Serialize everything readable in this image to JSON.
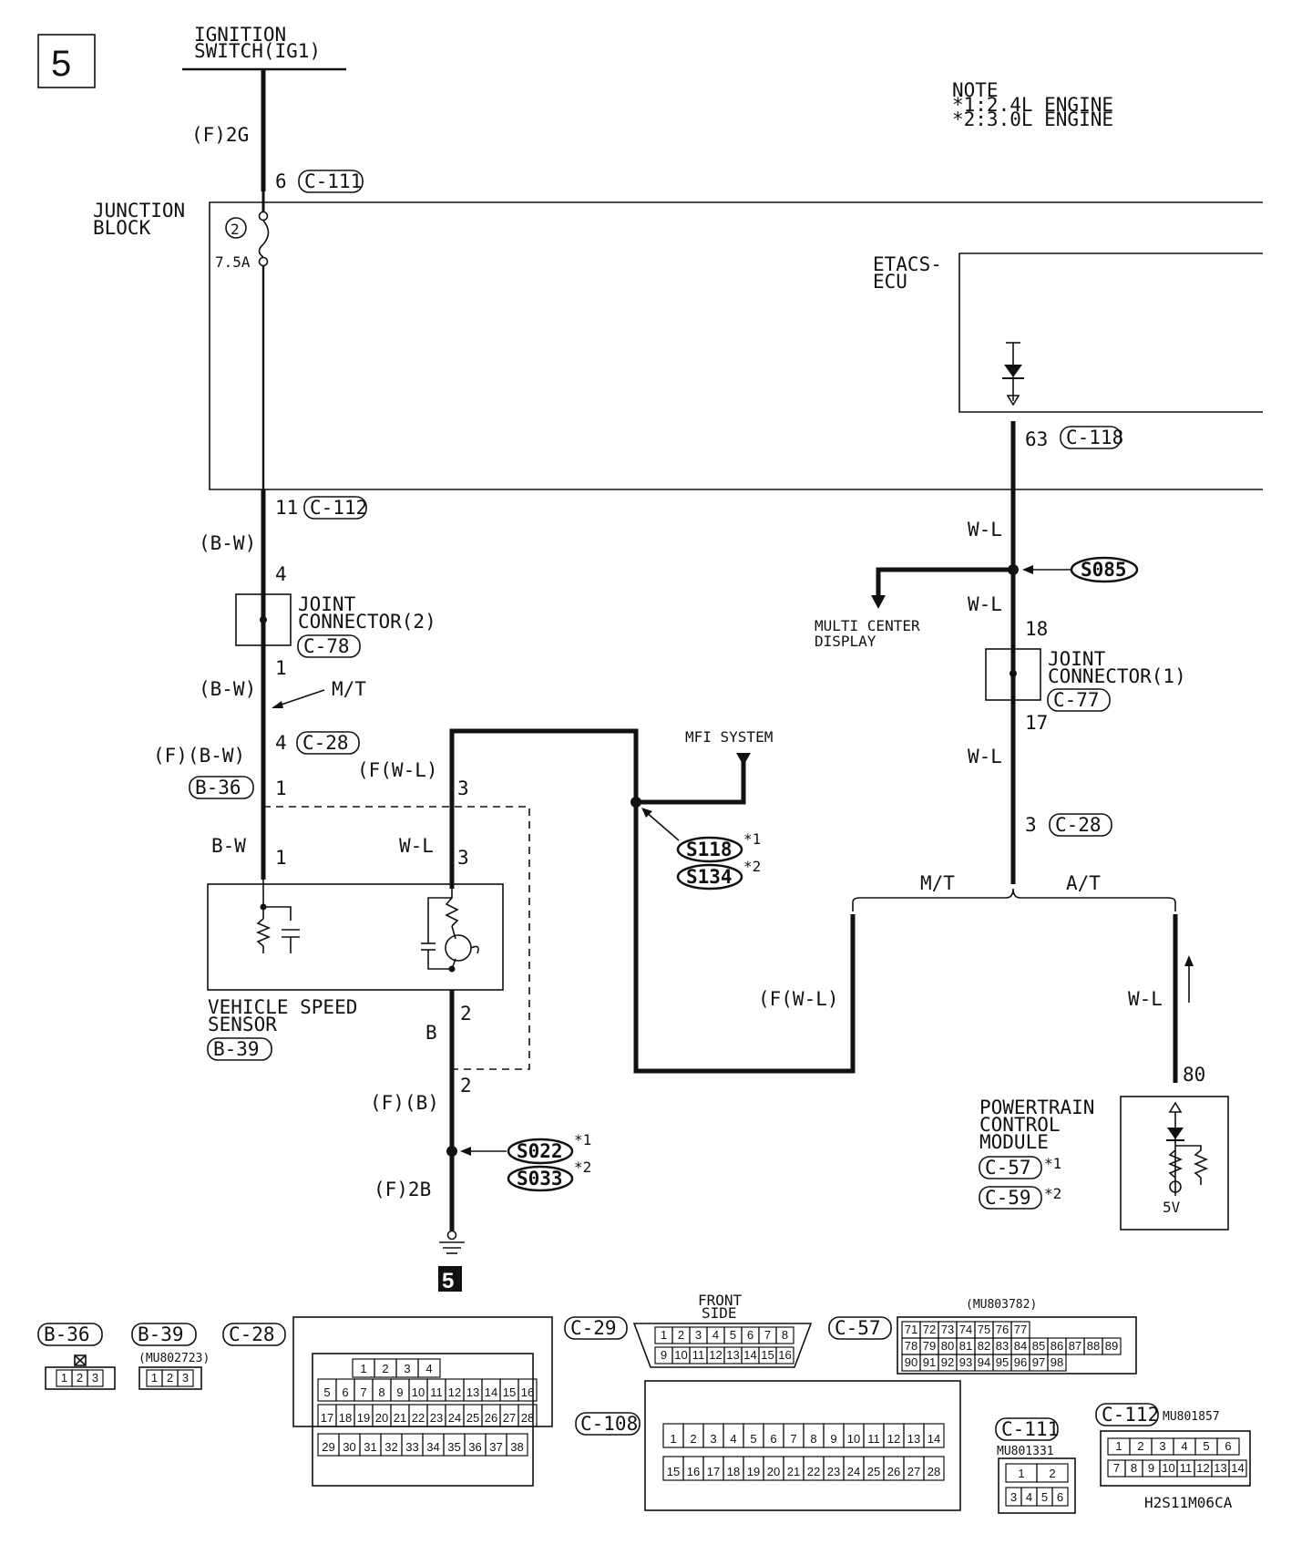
{
  "page_number": "5",
  "notes": {
    "title": "NOTE",
    "line1": "*1:2.4L ENGINE",
    "line2": "*2:3.0L ENGINE"
  },
  "ignition": {
    "line1": "IGNITION",
    "line2": "SWITCH(IG1)",
    "wire": "(F)2G",
    "pin": "6",
    "connector": "C-111"
  },
  "junction_block": {
    "line1": "JUNCTION",
    "line2": "BLOCK",
    "fuse_no": "2",
    "fuse_rating": "7.5A",
    "out_pin": "11",
    "out_connector": "C-112"
  },
  "etacs": {
    "line1": "ETACS-",
    "line2": "ECU",
    "pin": "63",
    "connector": "C-118"
  },
  "left_branch": {
    "wire1": "(B-W)",
    "jc2_pin_in": "4",
    "jc2_line1": "JOINT",
    "jc2_line2": "CONNECTOR(2)",
    "jc2_conn": "C-78",
    "jc2_pin_out": "1",
    "wire2": "(B-W)",
    "mt": "M/T",
    "c28_pin": "4",
    "c28_conn": "C-28",
    "wire3": "(F)(B-W)",
    "b36_conn": "B-36",
    "b36_pin": "1",
    "wire4": "B-W",
    "vss_pin1": "1"
  },
  "mid_branch": {
    "wire1": "(F(W-L)",
    "pin_top": "3",
    "wire2": "W-L",
    "vss_pin3": "3",
    "mfi": "MFI SYSTEM",
    "splice1": "S118",
    "splice2": "S134",
    "star1": "*1",
    "star2": "*2"
  },
  "vss": {
    "line1": "VEHICLE SPEED",
    "line2": "SENSOR",
    "connector": "B-39",
    "pin2": "2",
    "wire_b": "B",
    "pin2b": "2",
    "wire_fb": "(F)(B)",
    "splice1": "S022",
    "splice2": "S033",
    "star1": "*1",
    "star2": "*2",
    "wire_ground": "(F)2B",
    "ground_no": "5"
  },
  "right_branch": {
    "wire1": "W-L",
    "splice": "S085",
    "mcd1": "MULTI CENTER",
    "mcd2": "DISPLAY",
    "wire2": "W-L",
    "jc1_pin_in": "18",
    "jc1_line1": "JOINT",
    "jc1_line2": "CONNECTOR(1)",
    "jc1_conn": "C-77",
    "jc1_pin_out": "17",
    "wire3": "W-L",
    "c28_pin": "3",
    "c28_conn": "C-28",
    "mt": "M/T",
    "at": "A/T",
    "wire_mt": "(F(W-L)",
    "wire_at": "W-L"
  },
  "pcm": {
    "line1": "POWERTRAIN",
    "line2": "CONTROL",
    "line3": "MODULE",
    "conn1": "C-57",
    "conn2": "C-59",
    "star1": "*1",
    "star2": "*2",
    "pin": "80",
    "voltage": "5V"
  },
  "connectors": {
    "b36": {
      "label": "B-36",
      "pins": [
        "1",
        "2",
        "3"
      ]
    },
    "b39": {
      "label": "B-39",
      "part": "(MU802723)",
      "pins": [
        "1",
        "2",
        "3"
      ]
    },
    "c28": {
      "label": "C-28",
      "row1": [
        "1",
        "2",
        "3",
        "4"
      ],
      "row2": [
        "5",
        "6",
        "7",
        "8",
        "9",
        "10",
        "11",
        "12",
        "13",
        "14",
        "15",
        "16"
      ],
      "row3": [
        "17",
        "18",
        "19",
        "20",
        "21",
        "22",
        "23",
        "24",
        "25",
        "26",
        "27",
        "28"
      ],
      "row4": [
        "29",
        "30",
        "31",
        "32",
        "33",
        "34",
        "35",
        "36",
        "37",
        "38"
      ]
    },
    "c29": {
      "label": "C-29",
      "caption1": "FRONT",
      "caption2": "SIDE",
      "row1": [
        "1",
        "2",
        "3",
        "4",
        "5",
        "6",
        "7",
        "8"
      ],
      "row2": [
        "9",
        "10",
        "11",
        "12",
        "13",
        "14",
        "15",
        "16"
      ]
    },
    "c57": {
      "label": "C-57",
      "part": "(MU803782)",
      "row1": [
        "71",
        "72",
        "73",
        "74",
        "75",
        "76",
        "77"
      ],
      "row2": [
        "78",
        "79",
        "80",
        "81",
        "82",
        "83",
        "84",
        "85",
        "86",
        "87",
        "88",
        "89"
      ],
      "row3": [
        "90",
        "91",
        "92",
        "93",
        "94",
        "95",
        "96",
        "97",
        "98"
      ]
    },
    "c108": {
      "label": "C-108",
      "row1": [
        "1",
        "2",
        "3",
        "4",
        "5",
        "6",
        "7",
        "8",
        "9",
        "10",
        "11",
        "12",
        "13",
        "14"
      ],
      "row2": [
        "15",
        "16",
        "17",
        "18",
        "19",
        "20",
        "21",
        "22",
        "23",
        "24",
        "25",
        "26",
        "27",
        "28"
      ]
    },
    "c111": {
      "label": "C-111",
      "part": "MU801331",
      "row1": [
        "1",
        "2"
      ],
      "row2": [
        "3",
        "4",
        "5",
        "6"
      ]
    },
    "c112": {
      "label": "C-112",
      "part": "MU801857",
      "row1": [
        "1",
        "2",
        "3",
        "4",
        "5",
        "6"
      ],
      "row2": [
        "7",
        "8",
        "9",
        "10",
        "11",
        "12",
        "13",
        "14"
      ]
    }
  },
  "figure_code": "H2S11M06CA"
}
